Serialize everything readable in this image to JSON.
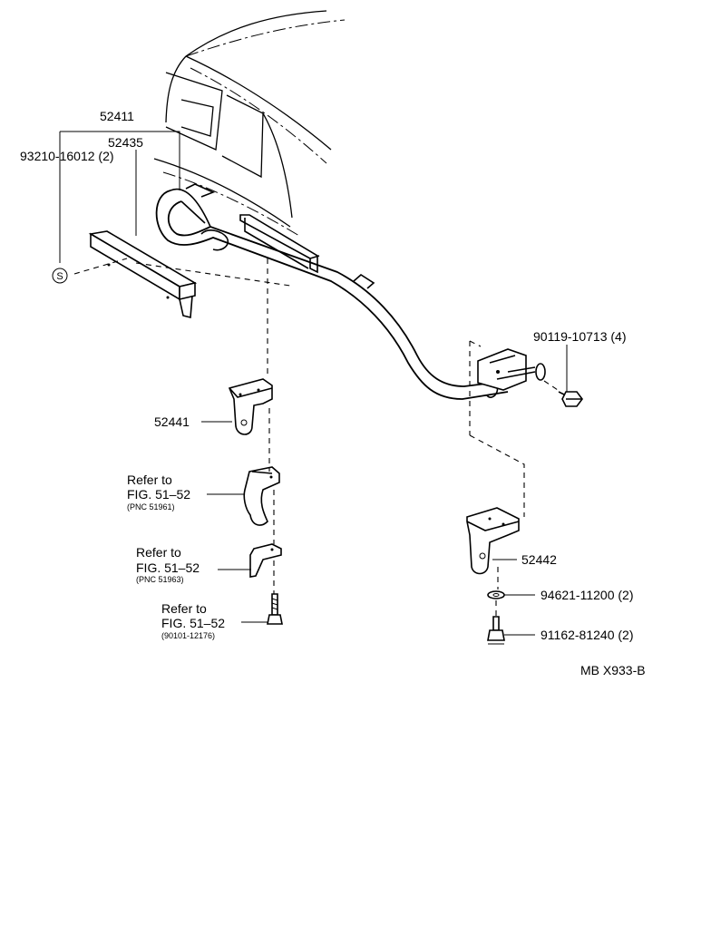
{
  "labels": {
    "p52411": "52411",
    "p52435": "52435",
    "p93210": "93210-16012 (2)",
    "s_mark": "S",
    "p90119": "90119-10713 (4)",
    "p52441": "52441",
    "ref1_line1": "Refer to",
    "ref1_line2": "FIG. 51–52",
    "ref1_pnc": "(PNC 51961)",
    "ref2_line1": "Refer to",
    "ref2_line2": "FIG. 51–52",
    "ref2_pnc": "(PNC 51963)",
    "ref3_line1": "Refer to",
    "ref3_line2": "FIG. 51–52",
    "ref3_pnc": "(90101-12176)",
    "p52442": "52442",
    "p94621": "94621-11200 (2)",
    "p91162": "91162-81240 (2)",
    "code": "MB X933-B"
  }
}
